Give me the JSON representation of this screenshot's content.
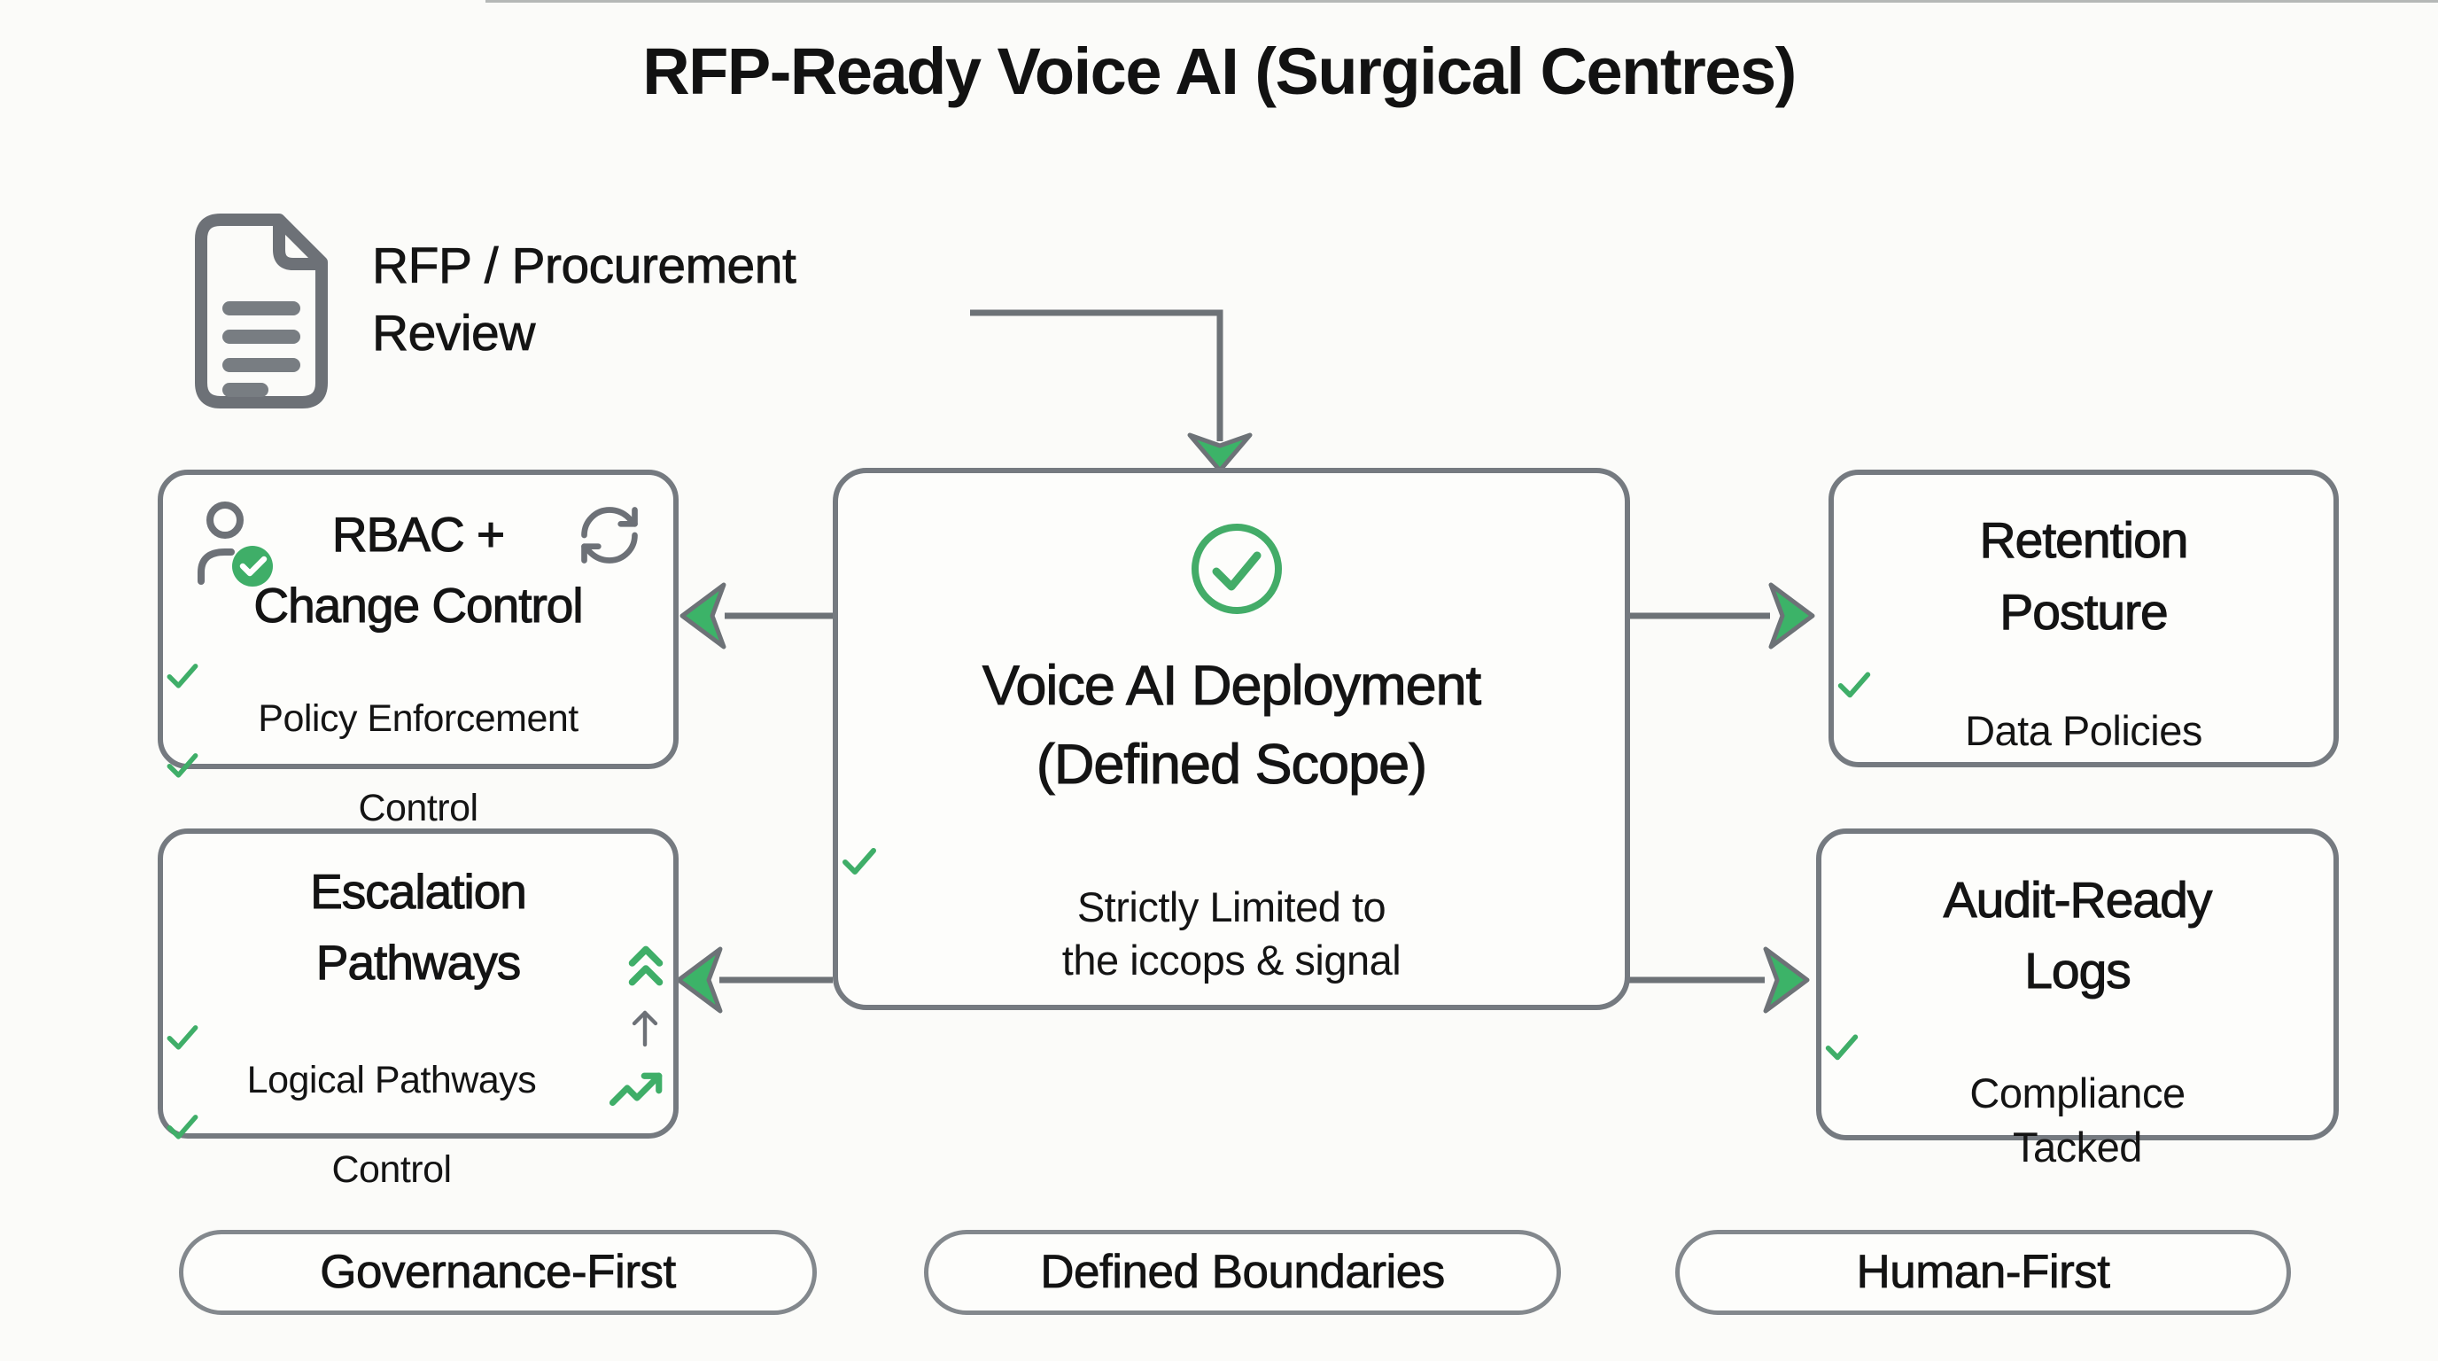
{
  "title": "RFP-Ready Voice AI (Surgical Centres)",
  "source": {
    "icon": "document-icon",
    "label_line1": "RFP / Procurement",
    "label_line2": "Review"
  },
  "center_box": {
    "icon": "check-circle-icon",
    "title_line1": "Voice AI Deployment",
    "title_line2": "(Defined Scope)",
    "bullet": {
      "icon": "checkmark-icon",
      "line1": "Strictly Limited to",
      "line2": "the iccops & signal"
    }
  },
  "rbac_box": {
    "icon_left": "user-check-icon",
    "icon_right": "refresh-icon",
    "title_line1": "RBAC +",
    "title_line2": "Change Control",
    "bullets": [
      {
        "icon": "checkmark-icon",
        "text": "Policy Enforcement"
      },
      {
        "icon": "checkmark-icon",
        "text": "Control"
      }
    ]
  },
  "escalation_box": {
    "title_line1": "Escalation",
    "title_line2": "Pathways",
    "icons_right": [
      "chevrons-up-icon",
      "arrow-up-icon",
      "trending-up-icon"
    ],
    "bullets": [
      {
        "icon": "checkmark-icon",
        "text": "Logical Pathways"
      },
      {
        "icon": "checkmark-icon",
        "text": "Control"
      }
    ]
  },
  "retention_box": {
    "title_line1": "Retention",
    "title_line2": "Posture",
    "bullets": [
      {
        "icon": "checkmark-icon",
        "text": "Data Policies"
      }
    ]
  },
  "audit_box": {
    "title_line1": "Audit-Ready",
    "title_line2": "Logs",
    "bullets": [
      {
        "icon": "checkmark-icon",
        "text": "Compliance",
        "text_line2": "Tacked"
      }
    ]
  },
  "badges": [
    {
      "label": "Governance-First"
    },
    {
      "label": "Defined Boundaries"
    },
    {
      "label": "Human-First"
    }
  ],
  "connectors": {
    "arrowhead_icon": "arrowhead-dart",
    "flow": [
      "source-to-center",
      "center-to-rbac",
      "center-to-escalation",
      "center-to-retention",
      "center-to-audit"
    ]
  },
  "colors": {
    "green": "#3FAE68",
    "gray_border": "#757A80",
    "gray_line": "#6D7277",
    "text": "#141414",
    "background": "#FBFBF9"
  }
}
